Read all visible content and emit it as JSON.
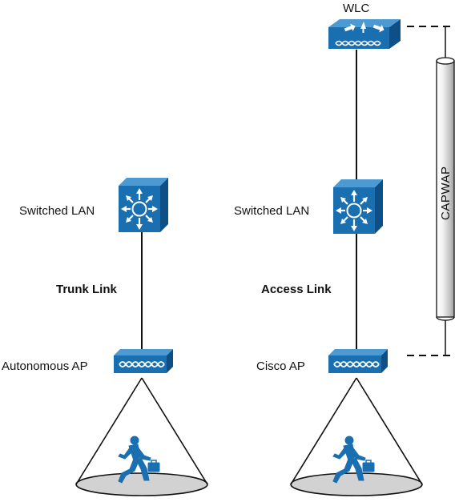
{
  "left_side": {
    "switch_label": "Switched LAN",
    "link_label": "Trunk Link",
    "ap_label": "Autonomous AP"
  },
  "right_side": {
    "controller_label": "WLC",
    "switch_label": "Switched LAN",
    "link_label": "Access Link",
    "ap_label": "Cisco AP",
    "tunnel_label": "CAPWAP"
  },
  "colors": {
    "device_front": "#1a6fb0",
    "device_top": "#4d9ad3",
    "device_side": "#0d4f86",
    "line": "#111111",
    "floor": "#d2d2d2",
    "person": "#1a6fb0"
  }
}
